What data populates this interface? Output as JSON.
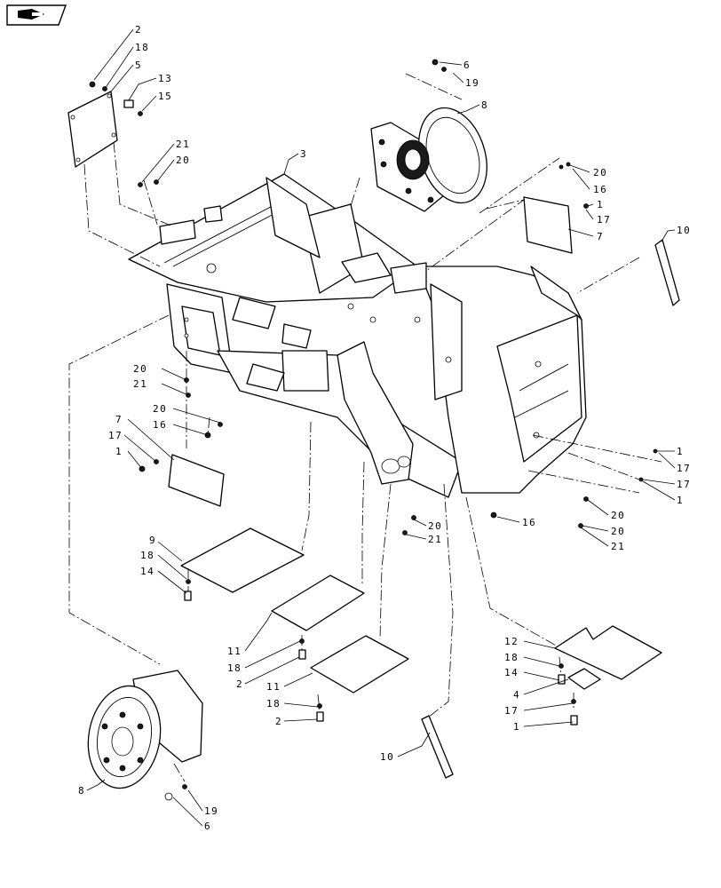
{
  "nav": {
    "icon": "book-page-icon"
  },
  "callouts": [
    {
      "id": "c-2-top",
      "text": "2"
    },
    {
      "id": "c-18-top",
      "text": "18"
    },
    {
      "id": "c-5",
      "text": "5"
    },
    {
      "id": "c-13",
      "text": "13"
    },
    {
      "id": "c-15",
      "text": "15"
    },
    {
      "id": "c-21-a",
      "text": "21"
    },
    {
      "id": "c-20-a",
      "text": "20"
    },
    {
      "id": "c-3",
      "text": "3"
    },
    {
      "id": "c-6-top",
      "text": "6"
    },
    {
      "id": "c-19-top",
      "text": "19"
    },
    {
      "id": "c-8-top",
      "text": "8"
    },
    {
      "id": "c-20-b",
      "text": "20"
    },
    {
      "id": "c-16-a",
      "text": "16"
    },
    {
      "id": "c-1-a",
      "text": "1"
    },
    {
      "id": "c-17-a",
      "text": "17"
    },
    {
      "id": "c-7-right",
      "text": "7"
    },
    {
      "id": "c-10-top",
      "text": "10"
    },
    {
      "id": "c-20-c",
      "text": "20"
    },
    {
      "id": "c-21-b",
      "text": "21"
    },
    {
      "id": "c-20-d",
      "text": "20"
    },
    {
      "id": "c-16-b",
      "text": "16"
    },
    {
      "id": "c-7-left",
      "text": "7"
    },
    {
      "id": "c-17-b",
      "text": "17"
    },
    {
      "id": "c-1-b",
      "text": "1"
    },
    {
      "id": "c-1-c",
      "text": "1"
    },
    {
      "id": "c-17-c",
      "text": "17"
    },
    {
      "id": "c-17-d",
      "text": "17"
    },
    {
      "id": "c-1-d",
      "text": "1"
    },
    {
      "id": "c-20-e",
      "text": "20"
    },
    {
      "id": "c-21-c",
      "text": "21"
    },
    {
      "id": "c-16-c",
      "text": "16"
    },
    {
      "id": "c-20-f",
      "text": "20"
    },
    {
      "id": "c-20-g",
      "text": "20"
    },
    {
      "id": "c-21-d",
      "text": "21"
    },
    {
      "id": "c-9",
      "text": "9"
    },
    {
      "id": "c-18-a",
      "text": "18"
    },
    {
      "id": "c-14-a",
      "text": "14"
    },
    {
      "id": "c-11-a",
      "text": "11"
    },
    {
      "id": "c-18-b",
      "text": "18"
    },
    {
      "id": "c-2-a",
      "text": "2"
    },
    {
      "id": "c-11-b",
      "text": "11"
    },
    {
      "id": "c-18-c",
      "text": "18"
    },
    {
      "id": "c-2-b",
      "text": "2"
    },
    {
      "id": "c-12",
      "text": "12"
    },
    {
      "id": "c-18-d",
      "text": "18"
    },
    {
      "id": "c-14-b",
      "text": "14"
    },
    {
      "id": "c-4",
      "text": "4"
    },
    {
      "id": "c-17-e",
      "text": "17"
    },
    {
      "id": "c-1-e",
      "text": "1"
    },
    {
      "id": "c-10-bottom",
      "text": "10"
    },
    {
      "id": "c-8-bottom",
      "text": "8"
    },
    {
      "id": "c-19-bottom",
      "text": "19"
    },
    {
      "id": "c-6-bottom",
      "text": "6"
    }
  ]
}
